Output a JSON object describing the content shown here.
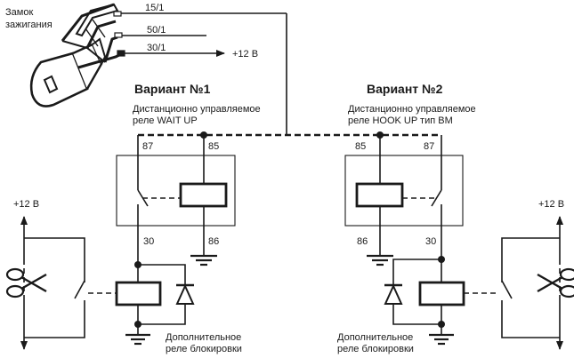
{
  "ignition": {
    "label_line1": "Замок",
    "label_line2": "зажигания",
    "terminals": [
      "15/1",
      "50/1",
      "30/1"
    ],
    "supply": "+12 В"
  },
  "variant1": {
    "title": "Вариант №1",
    "desc_line1": "Дистанционно управляемое",
    "desc_line2": "реле WAIT UP",
    "pins": {
      "p87": "87",
      "p85": "85",
      "p30": "30",
      "p86": "86"
    }
  },
  "variant2": {
    "title": "Вариант №2",
    "desc_line1": "Дистанционно управляемое",
    "desc_line2": "реле HOOK UP тип ВМ",
    "pins": {
      "p85": "85",
      "p87": "87",
      "p86": "86",
      "p30": "30"
    }
  },
  "left_circuit": {
    "supply": "+12 В",
    "relay_line1": "Дополнительное",
    "relay_line2": "реле блокировки"
  },
  "right_circuit": {
    "supply": "+12 В",
    "relay_line1": "Дополнительное",
    "relay_line2": "реле блокировки"
  }
}
